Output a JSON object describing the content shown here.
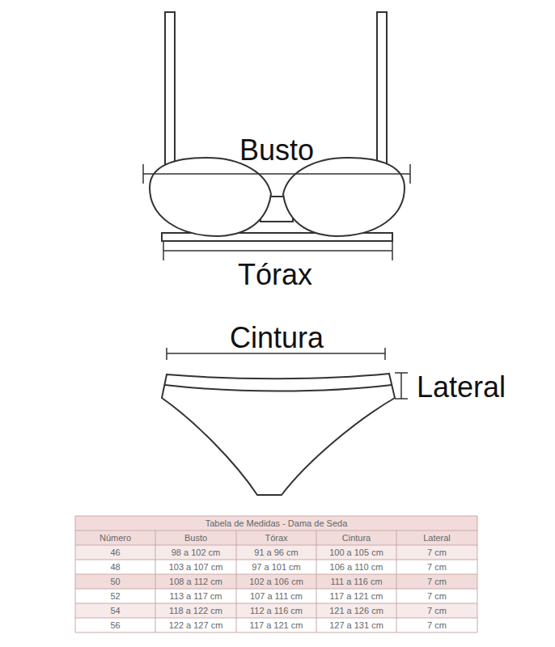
{
  "diagram": {
    "title": "Tabela de Medidas - Dama de Seda",
    "labels": [
      "Busto",
      "Tórax",
      "Cintura",
      "Lateral",
      "Número",
      "Busto",
      "Tórax",
      "Cintura",
      "Lateral",
      "46",
      "98 a 102 cm",
      "91 a 96 cm",
      "100 a 105 cm",
      "7 cm",
      "48",
      "103 a 107 cm",
      "97 a 101 cm",
      "106 a 110 cm",
      "7 cm",
      "50",
      "108 a 112 cm",
      "102 a 106 cm",
      "111 a 116 cm",
      "7 cm",
      "52",
      "113 a 117 cm",
      "107 a 111 cm",
      "117 a 121 cm",
      "7 cm",
      "54",
      "118 a 122 cm",
      "112 a 116 cm",
      "121 a 126 cm",
      "7 cm",
      "56",
      "122 a 127 cm",
      "117 a 121 cm",
      "127 a 131 cm",
      "7 cm"
    ]
  }
}
